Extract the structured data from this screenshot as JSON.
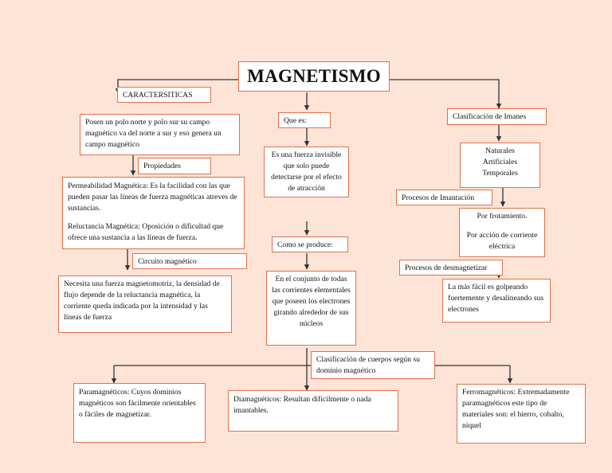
{
  "title": "MAGNETISMO",
  "left": {
    "caracteristicas": "CARACTERSITICAS",
    "polos": "Posen un polo norte y polo sur su campo magnético va del norte a sur y eso genera un campo magnético",
    "propiedades": "Propiedades",
    "permeabilidad": "Permeabilidad Magnética: Es la facilidad con las que pueden pasar las líneas de fuerza magnéticas atreves de sustancias.",
    "reluctancia": "Reluctancia Magnética: Oposición o dificultad que ofrece una sustancia a las líneas de fuerza.",
    "circuito": "Circuito magnético",
    "circuito_desc": "Necesita una fuerza magnetomotriz, la densidad de flujo depende de la reluctancia magnética, la corriente queda indicada por la intensidad y las líneas de fuerza"
  },
  "center": {
    "que_es": "Que es:",
    "definicion": "Es una fuerza invisible que solo puede detectarse por el efecto de atracción",
    "como_se_produce": "Como se produce:",
    "produccion": "En el conjunto de todas las corrientes elementales que poseen los electrones girando alrededor de sus núcleos"
  },
  "right": {
    "clasificacion_imanes": "Clasificación de Imanes",
    "tipos": [
      "Naturales",
      "Artificiales",
      "Temporales"
    ],
    "procesos_imantacion": "Procesos de Imantación",
    "frotamiento": "Por frotamiento.",
    "corriente": "Por acción de corriente eléctrica",
    "procesos_desmagnetizar": "Procesos de desmagnetizar",
    "desmagnetizar_desc": "La más fácil es golpeando fuertemente y desalineando sus electrones"
  },
  "bottom": {
    "clasificacion_cuerpos": "Clasificación de cuerpos según su dominio magnético",
    "paramagneticos": "Paramagnéticos: Cuyos dominios magnéticos son fácilmente orientables o fáciles de magnetizar.",
    "diamagneticos": "Diamagnéticos: Resultan difícilmente o nada imantables.",
    "ferromagneticos": "Ferromagnéticos: Extremadamente paramagnéticos este tipo de materiales son: el hierro, cobalto, níquel"
  },
  "colors": {
    "background": "#fde4d7",
    "border": "#e2704a",
    "connector": "#333333"
  }
}
